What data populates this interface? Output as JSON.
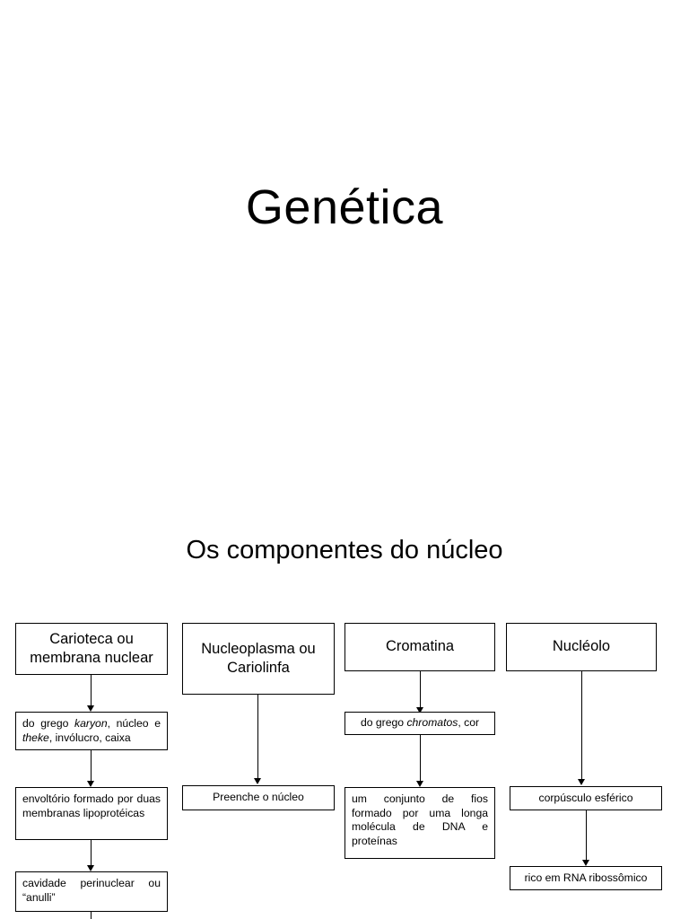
{
  "slide": {
    "title": "Genética",
    "section_title": "Os componentes do núcleo"
  },
  "columns": [
    {
      "id": "carioteca",
      "header": "Carioteca ou membrana nuclear",
      "boxes": [
        {
          "id": "carioteca-origem",
          "text_parts": [
            "do grego ",
            "karyon",
            ", núcleo e ",
            "theke",
            ", invólucro, caixa"
          ]
        },
        {
          "id": "carioteca-envoltorio",
          "text": "envoltório formado por duas membranas lipoprotéicas"
        },
        {
          "id": "carioteca-cavidade",
          "text": "cavidade perinuclear ou “anulli”"
        }
      ]
    },
    {
      "id": "nucleoplasma",
      "header": "Nucleoplasma ou Cariolinfa",
      "boxes": [
        {
          "id": "nucleoplasma-funcao",
          "text": "Preenche o núcleo"
        }
      ]
    },
    {
      "id": "cromatina",
      "header": "Cromatina",
      "boxes": [
        {
          "id": "cromatina-origem",
          "text_parts": [
            "do grego ",
            "chromatos",
            ", cor"
          ]
        },
        {
          "id": "cromatina-definicao",
          "text": "um conjunto de fios formado por uma longa molécula de DNA e proteínas"
        }
      ]
    },
    {
      "id": "nucleolo",
      "header": "Nucléolo",
      "boxes": [
        {
          "id": "nucleolo-corpusculo",
          "text": "corpúsculo esférico"
        },
        {
          "id": "nucleolo-rna",
          "text": "rico em RNA ribossômico"
        }
      ]
    }
  ],
  "labels": {
    "carioteca_header": "Carioteca ou membrana nuclear",
    "nucleoplasma_header": "Nucleoplasma ou Cariolinfa",
    "cromatina_header": "Cromatina",
    "nucleolo_header": "Nucléolo",
    "carioteca_envoltorio": "envoltório formado por duas membranas lipoprotéicas",
    "carioteca_cavidade": "cavidade perinuclear ou “anulli”",
    "nucleoplasma_funcao": "Preenche o núcleo",
    "cromatina_definicao": "um conjunto de fios formado por uma longa molécula de DNA e proteínas",
    "nucleolo_corpusculo": "corpúsculo esférico",
    "nucleolo_rna": "rico em RNA ribossômico"
  },
  "inline_text": {
    "carioteca_origem_a": "do grego ",
    "carioteca_origem_i1": "karyon",
    "carioteca_origem_b": ", núcleo e ",
    "carioteca_origem_i2": "theke",
    "carioteca_origem_c": ", invólucro, caixa",
    "cromatina_origem_a": "do grego ",
    "cromatina_origem_i1": "chromatos",
    "cromatina_origem_b": ", cor"
  },
  "colors": {
    "background": "#ffffff",
    "text": "#000000",
    "border": "#000000"
  }
}
